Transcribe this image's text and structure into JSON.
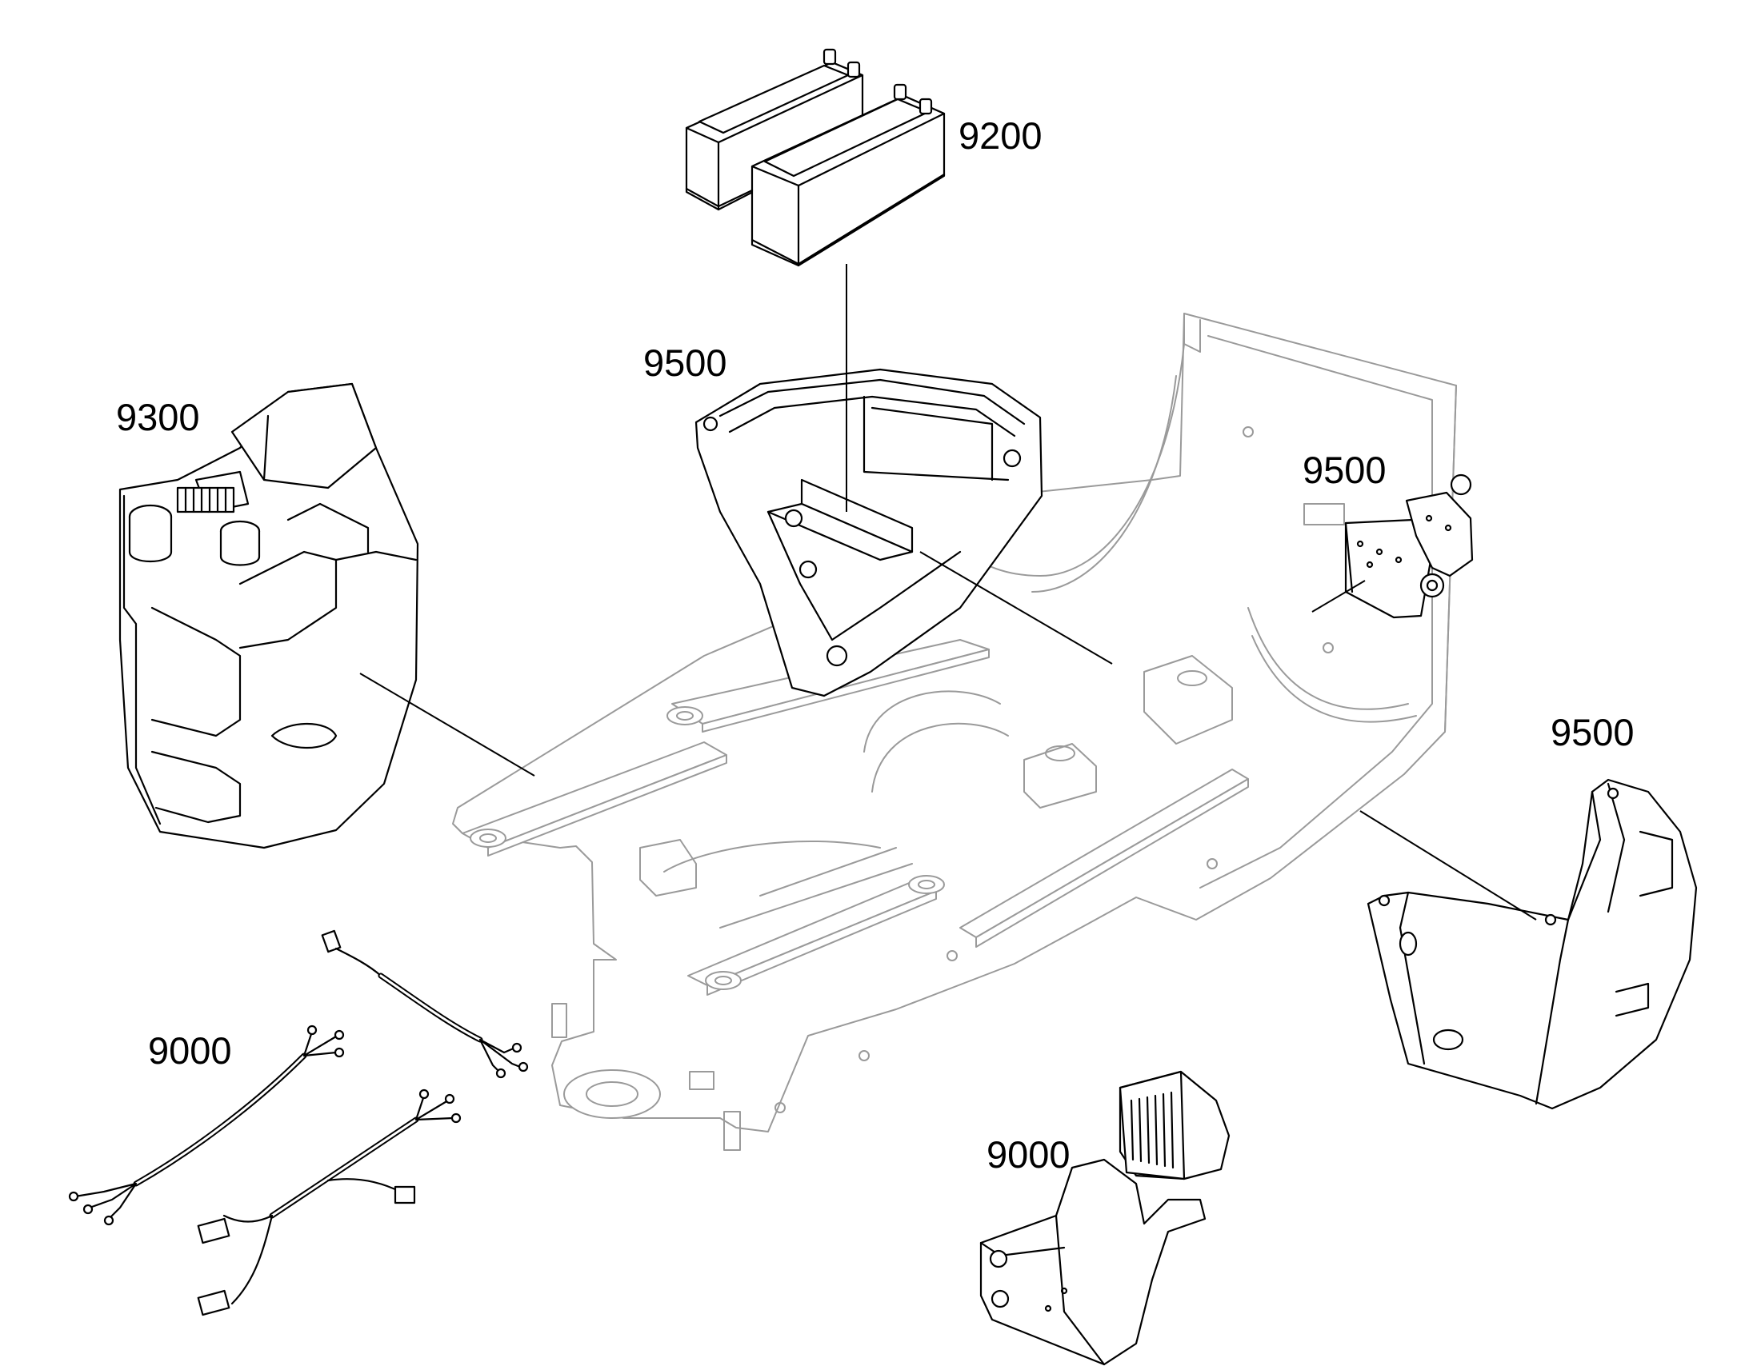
{
  "callouts": {
    "batteries": "9200",
    "cab_support": "9500",
    "fuel_tank": "9300",
    "rear_bracket": "9500",
    "counterweight": "9500",
    "harnesses": "9000",
    "work_lamp": "9000"
  },
  "colors": {
    "background": "#ffffff",
    "line": "#000000",
    "frame_line": "#9a9a9a"
  }
}
